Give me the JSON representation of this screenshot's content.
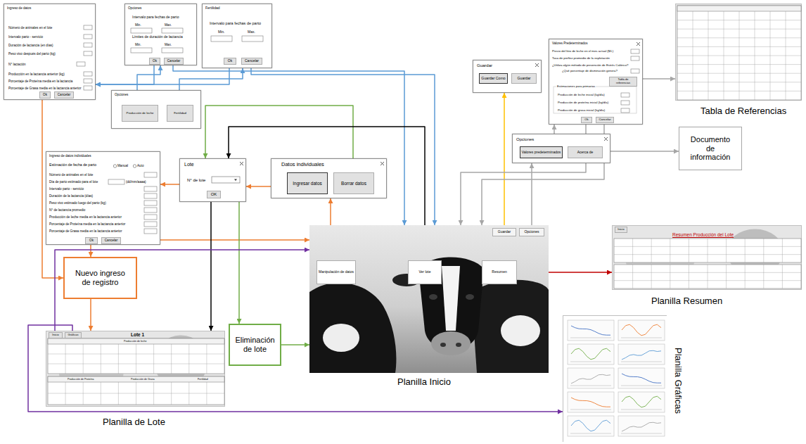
{
  "diagram": {
    "nodes": [
      {
        "text": [
          "Ingreso de datos",
          "Número de animales en el lote",
          "Intervalo parto - servicio",
          "Duración de lactancia (en días)",
          "Peso vivo después del parto (kg)",
          "N° lactación",
          "Producción en la lactancia anterior (kg)",
          "Porcentaje de Proteína media en la lactancia",
          "Porcentaje de Grasa media en la lactancia anterior"
        ]
      },
      {
        "text": [
          "Ok"
        ],
        "in": 0
      },
      {
        "text": [
          "Cancelar"
        ],
        "in": 0
      },
      {
        "text": [
          "Opciones",
          "Intervalo para fechas de parto",
          "Min.",
          "Max.",
          "Límites de duración de lactancia",
          "Min.",
          "Max."
        ]
      },
      {
        "text": [
          "Ok"
        ],
        "in": 3
      },
      {
        "text": [
          "Cancelar"
        ],
        "in": 3
      },
      {
        "text": [
          "Fertilidad",
          "Intervalo para fechas de parto",
          "Min.",
          "Max."
        ]
      },
      {
        "text": [
          "Ok"
        ],
        "in": 6
      },
      {
        "text": [
          "Cancelar"
        ],
        "in": 6
      },
      {
        "text": [
          "Opciones"
        ]
      },
      {
        "text": [
          "Producción de leche"
        ],
        "in": 9
      },
      {
        "text": [
          "Fertilidad"
        ],
        "in": 9
      },
      {
        "text": [
          "Ingreso de datos individuales",
          "Estimación de fecha de parto",
          "Manual",
          "Auto",
          "Número de animales en el lote",
          "Día de parto estimado para el lote",
          "(dd/mm/aaaa)",
          "Intervalo parto - servicio",
          "Duración de la lactancia (días)",
          "Peso vivo estimado luego del parto (kg)",
          "N° de lactancia promedio",
          "Producción de leche media en la lactancia anterior",
          "Porcentaje de Proteína media en la lactancia anterior",
          "Porcentaje de Grasa media en la lactancia anterior"
        ]
      },
      {
        "text": [
          "Ok"
        ],
        "in": 12
      },
      {
        "text": [
          "Cancelar"
        ],
        "in": 12
      },
      {
        "text": [
          "Lote",
          "N° de lote"
        ]
      },
      {
        "text": [
          "OK"
        ],
        "in": 15
      },
      {
        "text": [
          "Datos individuales"
        ]
      },
      {
        "text": [
          "Ingresar datos"
        ],
        "in": 17
      },
      {
        "text": [
          "Borrar datos"
        ],
        "in": 17
      },
      {
        "text": [
          "Nuevo ingreso de registro"
        ]
      },
      {
        "text": [
          "Eliminación de lote"
        ]
      },
      {
        "text": [
          "Lote 1",
          "Producción de leche",
          "Producción de Proteína",
          "Producción de Grasa",
          "Fertilidad",
          "Planilla de Lote"
        ]
      },
      {
        "text": [
          "Inicio"
        ],
        "in": 22
      },
      {
        "text": [
          "Gráficas"
        ],
        "in": 22
      },
      {
        "text": [
          "Planilla Inicio"
        ]
      },
      {
        "text": [
          "Manipulación de datos"
        ],
        "in": 25
      },
      {
        "text": [
          "Ver lote"
        ],
        "in": 25
      },
      {
        "text": [
          "Resumen"
        ],
        "in": 25
      },
      {
        "text": [
          "Guardar"
        ],
        "in": 25
      },
      {
        "text": [
          "Opciones"
        ],
        "in": 25
      },
      {
        "text": [
          "Guardar"
        ]
      },
      {
        "text": [
          "Guardar Como"
        ],
        "in": 31
      },
      {
        "text": [
          "Guardar"
        ],
        "in": 31
      },
      {
        "text": [
          "Valores Predeterminados",
          "Precio del litro de leche en el mes actual ($/L)",
          "Tasa de preñez promedio de la explotación",
          "¿Utiliza algún método de prevención de Estrés Calórico?",
          "¿Qué porcentaje de disminución genera?",
          "Estimaciones para primarias",
          "Producción de leche inicial (kg/día)",
          "Producción de proteína inicial (kg/día)",
          "Producción de grasa inicial (kg/día)"
        ]
      },
      {
        "text": [
          "Tabla de referencias"
        ],
        "in": 34
      },
      {
        "text": [
          "Ok"
        ],
        "in": 34
      },
      {
        "text": [
          "Cancelar"
        ],
        "in": 34
      },
      {
        "text": [
          "Opciones"
        ]
      },
      {
        "text": [
          "Valores predeterminados"
        ],
        "in": 38
      },
      {
        "text": [
          "Acerca de"
        ],
        "in": 38
      },
      {
        "text": [
          "Documento de información"
        ]
      },
      {
        "text": [
          "Tabla de Referencias"
        ]
      },
      {
        "text": [
          "Resumen Producción del Lote",
          "Planilla Resumen"
        ]
      },
      {
        "text": [
          "Inicio"
        ],
        "in": 43
      },
      {
        "text": [
          "Planilla Gráficas"
        ]
      }
    ],
    "edges": [
      {
        "from": 10,
        "to": 3,
        "arrow": "to"
      },
      {
        "from": 11,
        "to": 6,
        "arrow": "to"
      },
      {
        "from": 4,
        "to": 0,
        "arrow": "to"
      },
      {
        "from": 7,
        "to": 0,
        "arrow": "to"
      },
      {
        "from": 5,
        "to": 25,
        "arrow": "to"
      },
      {
        "from": 8,
        "to": 25,
        "arrow": "to"
      },
      {
        "from": 1,
        "to": 20,
        "arrow": "to"
      },
      {
        "from": 26,
        "to": 17,
        "arrow": "to"
      },
      {
        "from": 18,
        "to": 15,
        "arrow": "to"
      },
      {
        "from": 15,
        "to": 12,
        "arrow": "to"
      },
      {
        "from": 13,
        "to": 20,
        "arrow": "to"
      },
      {
        "from": 14,
        "to": 25,
        "arrow": "to"
      },
      {
        "from": 20,
        "to": 22,
        "arrow": "to"
      },
      {
        "from": 19,
        "to": 15,
        "arrow": "to"
      },
      {
        "from": 15,
        "to": 21,
        "arrow": "to"
      },
      {
        "from": 21,
        "to": 25,
        "arrow": "to"
      },
      {
        "from": 27,
        "to": 15,
        "arrow": "to"
      },
      {
        "from": 15,
        "to": 22,
        "arrow": "to"
      },
      {
        "from": 23,
        "to": 25,
        "arrow": "to"
      },
      {
        "from": 24,
        "to": 45,
        "arrow": "to"
      },
      {
        "from": 28,
        "to": 43,
        "arrow": "both"
      },
      {
        "from": 29,
        "to": 31,
        "arrow": "to"
      },
      {
        "from": 30,
        "to": 38,
        "arrow": "to"
      },
      {
        "from": 39,
        "to": 34,
        "arrow": "to"
      },
      {
        "from": 40,
        "to": 41,
        "arrow": "to"
      },
      {
        "from": 35,
        "to": 42,
        "arrow": "to"
      },
      {
        "from": 36,
        "to": 25,
        "arrow": "to"
      },
      {
        "from": 37,
        "to": 25,
        "arrow": "to"
      }
    ]
  }
}
